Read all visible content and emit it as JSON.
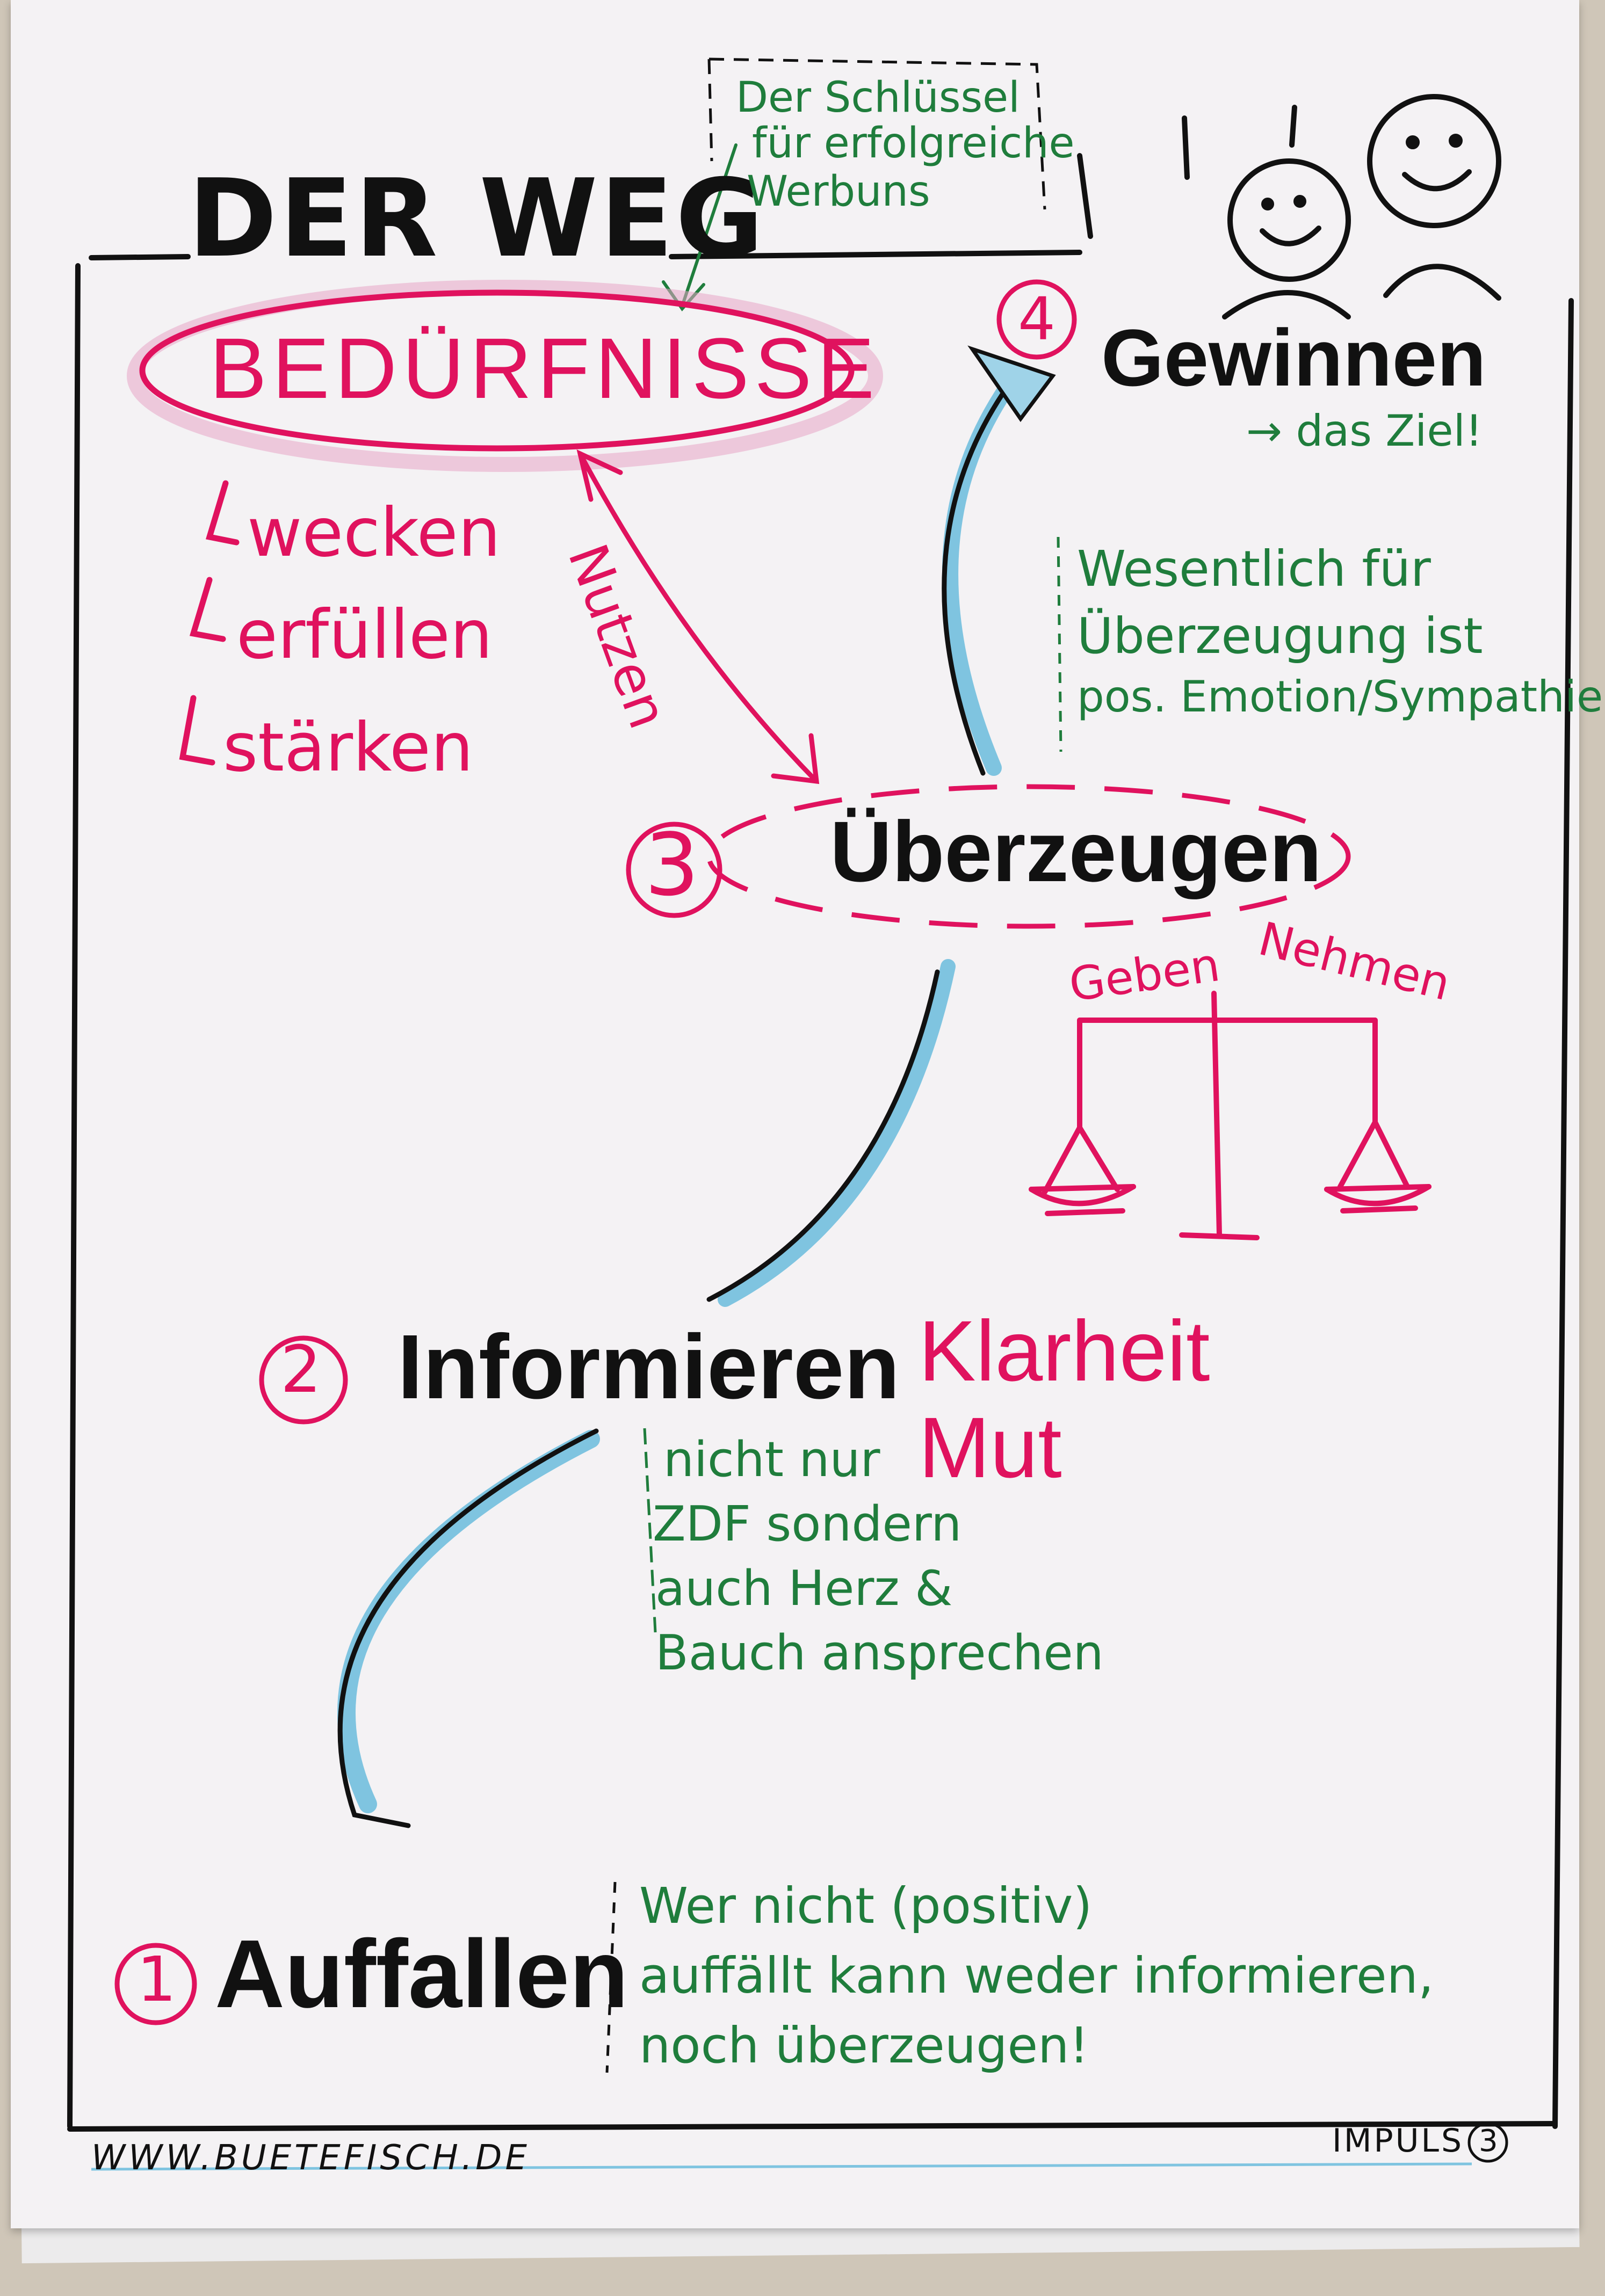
{
  "title": "DER WEG",
  "key_note": {
    "lines": [
      "Der Schlüssel",
      "für erfolgreiche",
      "Werbuns"
    ]
  },
  "needs": {
    "heading": "BEDÜRFNISSE",
    "items": [
      "wecken",
      "erfüllen",
      "stärken"
    ]
  },
  "benefit_label": "Nutzen",
  "steps": [
    {
      "number": "1",
      "label": "Auffallen"
    },
    {
      "number": "2",
      "label": "Informieren"
    },
    {
      "number": "3",
      "label": "Überzeugen"
    },
    {
      "number": "4",
      "label": "Gewinnen"
    }
  ],
  "goal_note": "→ das Ziel!",
  "persuasion_note": {
    "lines": [
      "Wesentlich für",
      "Überzeugung ist",
      "pos. Emotion/Sympathie!"
    ]
  },
  "scale": {
    "give": "Geben",
    "take": "Nehmen"
  },
  "clarity": {
    "lines": [
      "Klarheit",
      "Mut"
    ]
  },
  "inform_note": {
    "lines": [
      "nicht nur",
      "ZDF sondern",
      "auch Herz &",
      "Bauch ansprechen"
    ]
  },
  "attention_note": {
    "lines": [
      "Wer nicht (positiv)",
      "auffällt kann weder informieren,",
      "noch überzeugen!"
    ]
  },
  "footer": {
    "website": "WWW.BUETEFISCH.DE",
    "impulse": "IMPULS",
    "impulse_number": "3"
  },
  "colors": {
    "black_marker": "#111111",
    "magenta_marker": "#e0125e",
    "green_marker": "#1f7d3c",
    "blue_shadow": "#7fc4e0",
    "paper": "#f4f2f4"
  }
}
